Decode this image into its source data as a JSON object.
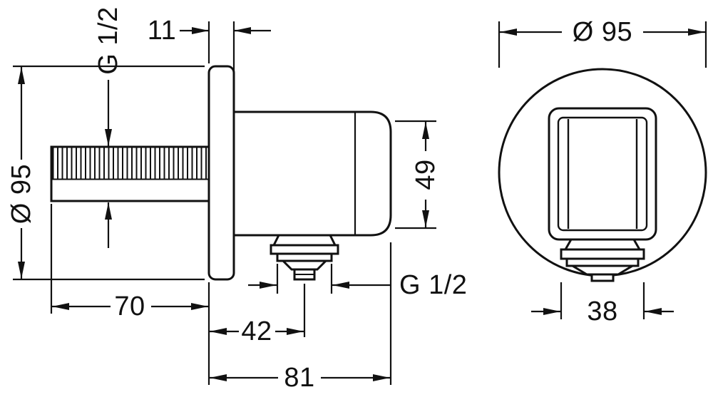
{
  "drawing": {
    "kind": "technical-dimension-drawing",
    "line_color": "#111111",
    "background": "#ffffff",
    "views": {
      "side": {
        "dimensions": {
          "flange_thickness": "11",
          "inlet_thread": "G 1/2",
          "flange_diameter": "Ø 95",
          "inlet_length": "70",
          "outlet_offset": "42",
          "total_depth": "81",
          "body_height": "49",
          "outlet_thread": "G 1/2"
        }
      },
      "front": {
        "dimensions": {
          "escutcheon_diameter": "Ø 95",
          "outlet_width": "38"
        }
      }
    }
  }
}
